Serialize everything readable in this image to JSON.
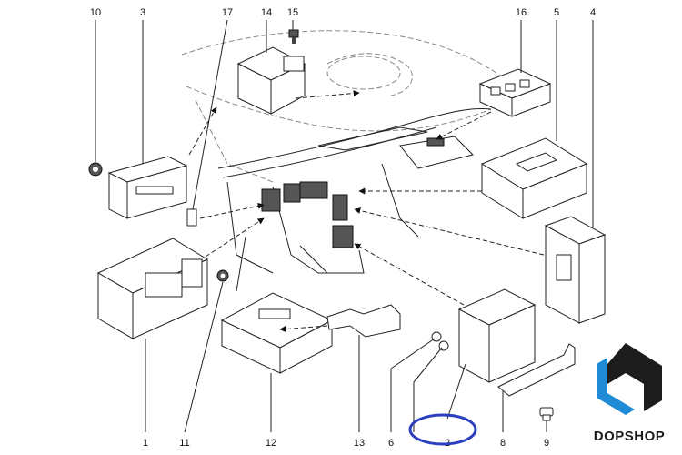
{
  "callouts": {
    "n1": "1",
    "n2": "2",
    "n3": "3",
    "n4": "4",
    "n5": "5",
    "n6": "6",
    "n8": "8",
    "n9": "9",
    "n10": "10",
    "n11": "11",
    "n12": "12",
    "n13": "13",
    "n14": "14",
    "n15": "15",
    "n16": "16",
    "n17": "17"
  },
  "brand": {
    "name": "DOPSHOP",
    "colors": {
      "dark": "#1c1c1c",
      "accent": "#1f8bd6"
    }
  },
  "highlight": {
    "color": "#2a3fbf",
    "target": "2"
  }
}
